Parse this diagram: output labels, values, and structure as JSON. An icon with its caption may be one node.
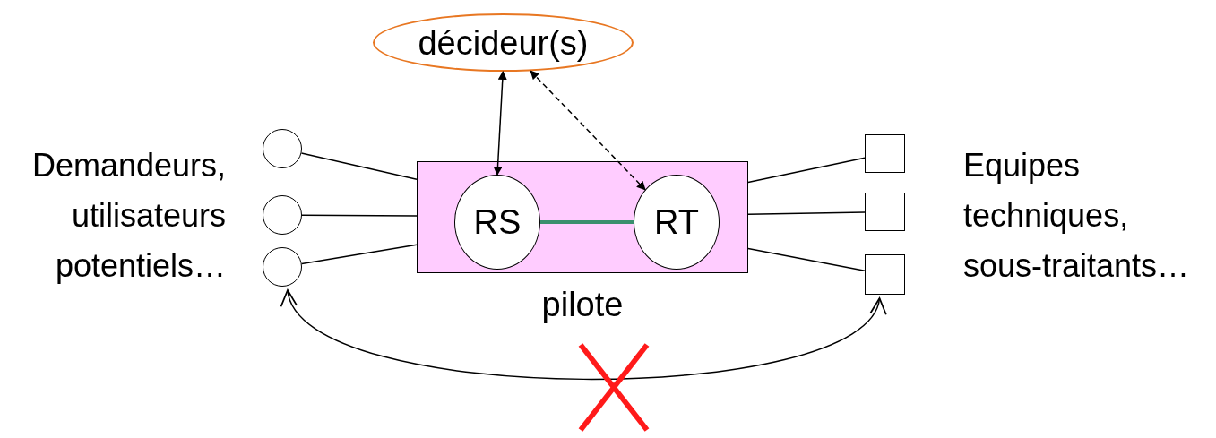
{
  "diagram": {
    "nodes": [
      {
        "text": [
          "décideur(s)"
        ]
      },
      {
        "text": [
          "pilote"
        ]
      },
      {
        "text": [
          "RS"
        ],
        "in": 1
      },
      {
        "text": [
          "RT"
        ],
        "in": 1
      },
      {
        "text": [],
        "shape": "circle"
      },
      {
        "text": [],
        "shape": "circle"
      },
      {
        "text": [],
        "shape": "circle"
      },
      {
        "text": [],
        "shape": "box"
      },
      {
        "text": [],
        "shape": "box"
      },
      {
        "text": [],
        "shape": "box"
      }
    ],
    "edges": [
      {
        "from": 0,
        "to": 2,
        "arrow": "both"
      },
      {
        "from": 0,
        "to": 3,
        "arrow": "both",
        "style": "dashed"
      },
      {
        "from": 2,
        "to": 3,
        "arrow": "none",
        "style": "thick",
        "color": "#3a8f6e"
      },
      {
        "from": 4,
        "to": 1,
        "arrow": "none"
      },
      {
        "from": 5,
        "to": 1,
        "arrow": "none"
      },
      {
        "from": 6,
        "to": 1,
        "arrow": "none"
      },
      {
        "from": 1,
        "to": 7,
        "arrow": "none"
      },
      {
        "from": 1,
        "to": 8,
        "arrow": "none"
      },
      {
        "from": 1,
        "to": 9,
        "arrow": "none"
      },
      {
        "from": 6,
        "to": 9,
        "arrow": "both"
      }
    ],
    "labels": [
      "Demandeurs, utilisateurs potentiels…",
      "Equipes techniques, sous-traitants…"
    ]
  }
}
